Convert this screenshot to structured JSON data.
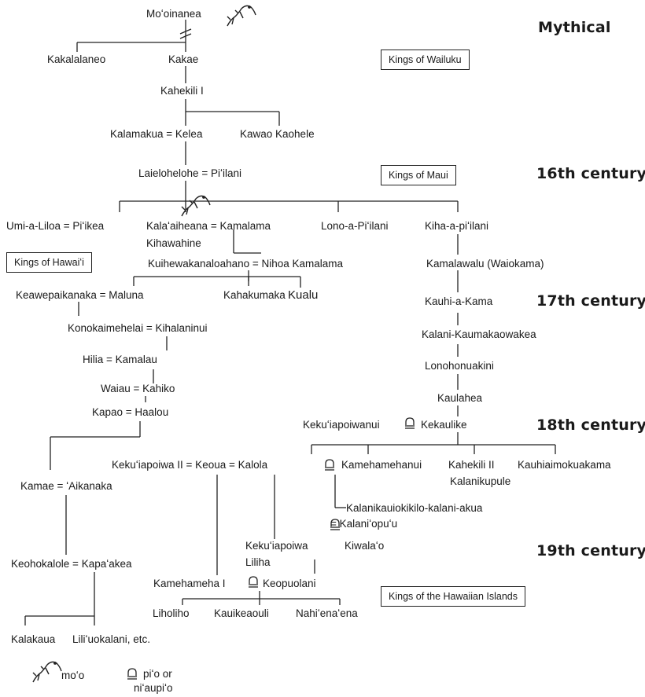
{
  "periods": {
    "mythical": "Mythical",
    "c16": "16th century",
    "c17": "17th century",
    "c18": "18th century",
    "c19": "19th century"
  },
  "boxes": {
    "wailuku": "Kings of Wailuku",
    "maui": "Kings of Maui",
    "hawaii": "Kings of Hawaiʻi",
    "islands": "Kings of the Hawaiian Islands"
  },
  "names": {
    "mooinanea": "Moʻoinanea",
    "kakalalaneo": "Kakalalaneo",
    "kakae": "Kakae",
    "kahekili1": "Kahekili I",
    "kalamakua_kelea": "Kalamakua = Kelea",
    "kawao": "Kawao Kaohele",
    "laielohelohe": "Laielohelohe = Piʻilani",
    "umi": "Umi-a-Liloa = Piʻikea",
    "kalaaiheana": "Kalaʻaiheana = Kamalama",
    "kihawahine": "Kihawahine",
    "lono": "Lono-a-Piʻilani",
    "kiha": "Kiha-a-piʻilani",
    "kuihewa": "Kuihewakanaloahano = Nihoa Kamalama",
    "keawepaikanaka": "Keawepaikanaka = Maluna",
    "kahakumaka": "Kahakumaka",
    "kualu": "Kualu",
    "konokaimehelai": "Konokaimehelai = Kihalaninui",
    "hilia": "Hilia = Kamalau",
    "waiau": "Waiau = Kahiko",
    "kapao": "Kapao = Haalou",
    "kamalawalu": "Kamalawalu (Waiokama)",
    "kauhi": "Kauhi-a-Kama",
    "kalani_kaumakaowakea": "Kalani-Kaumakaowakea",
    "lonohonuakini": "Lonohonuakini",
    "kaulahea": "Kaulahea",
    "kekuiapoiwanui": "Kekuʻiapoiwanui",
    "kekaulike": "Kekaulike",
    "keouakalola": "Kekuʻiapoiwa II = Keoua = Kalola",
    "kamehamehanui": "Kamehamehanui",
    "kahekili2": "Kahekili II",
    "kalanikupule": "Kalanikupule",
    "kauhiaimokuakama": "Kauhiaimokuakama",
    "kamae": "Kamae = ʻAikanaka",
    "kalanikauio": "Kalanikauiokikilo-kalani-akua",
    "kalaniopuu": "= Kalaniʻopuʻu",
    "kekuiapoiwa": "Kekuʻiapoiwa",
    "kiwalao": "Kiwalaʻo",
    "liliha": "Liliha",
    "keohokalole": "Keohokalole = Kapaʻakea",
    "kamehameha1": "Kamehameha I",
    "keopuolani": "Keopuolani",
    "liholiho": "Liholiho",
    "kauikeaouli": "Kauikeaouli",
    "nahienaena": "Nahiʻenaʻena",
    "kalakaua": "Kalakaua",
    "liliuokalani": "Liliʻuokalani, etc."
  },
  "legend": {
    "moo_label": "moʻo",
    "pio_line1": "piʻo or",
    "pio_line2": "niʻaupiʻo"
  },
  "icons": {
    "moo": "lizard-icon",
    "pio": "pio-union-icon"
  }
}
